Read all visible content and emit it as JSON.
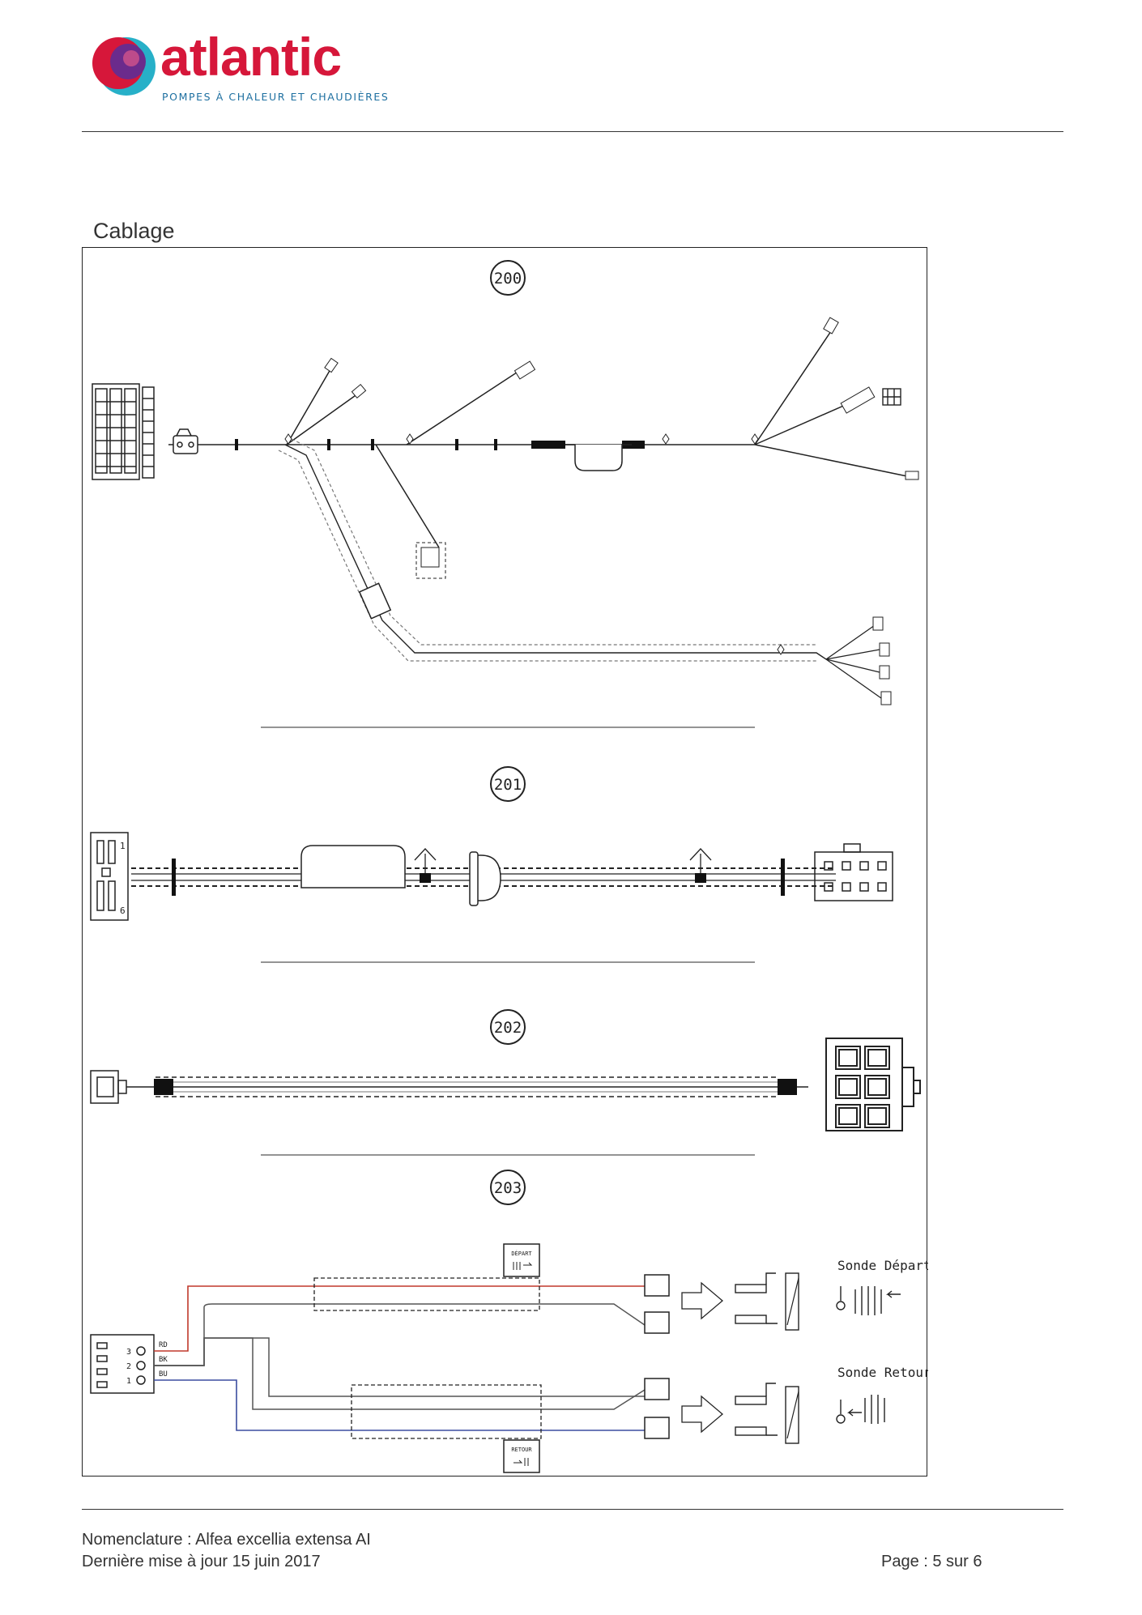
{
  "brand": {
    "name": "atlantic",
    "tagline": "POMPES À CHALEUR ET CHAUDIÈRES",
    "colors": {
      "red": "#d6173a",
      "blue": "#1d6fa0",
      "purple": "#6b2b8c",
      "teal": "#27b0c8"
    }
  },
  "section": {
    "title": "Cablage"
  },
  "diagram": {
    "parts": [
      {
        "ref": "200"
      },
      {
        "ref": "201",
        "pins": [
          "1",
          "6"
        ]
      },
      {
        "ref": "202"
      },
      {
        "ref": "203",
        "connector_pins": [
          "3",
          "2",
          "1"
        ],
        "wires": [
          "RD",
          "BK",
          "BU"
        ],
        "tags": [
          "DÉPART",
          "RETOUR"
        ],
        "sensors": [
          "Sonde Départ",
          "Sonde Retour"
        ]
      }
    ],
    "wire_colors": {
      "RD": "#c0392b",
      "BK": "#555555",
      "BU": "#3b4da0"
    }
  },
  "footer": {
    "nomenclature": "Nomenclature : Alfea excellia extensa AI",
    "updated": "Dernière mise à jour 15 juin 2017",
    "page": "Page : 5 sur 6"
  }
}
